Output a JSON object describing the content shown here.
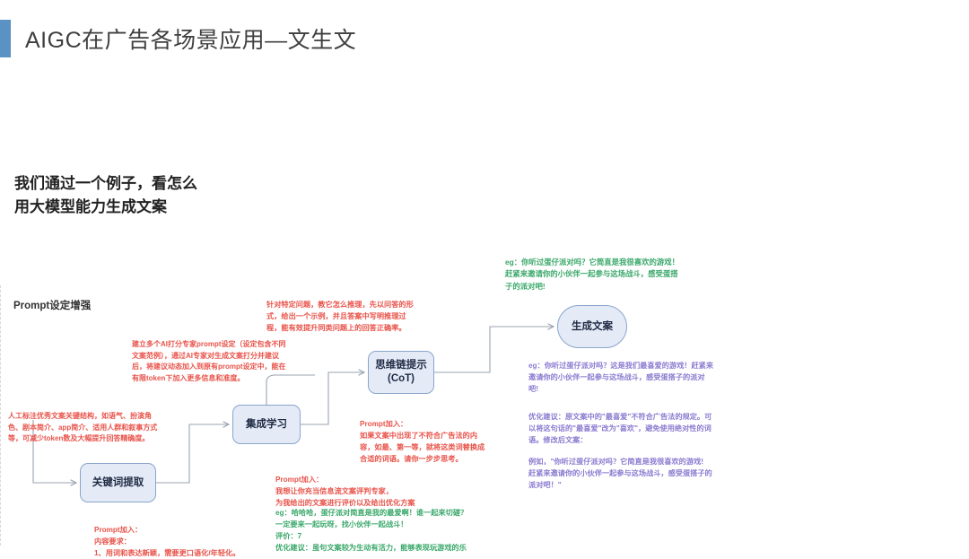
{
  "slide": {
    "title": "AIGC在广告各场景应用—文生文",
    "accent_color": "#5b92c4",
    "lead_lines": [
      "我们通过一个例子，看怎么",
      "用大模型能力生成文案"
    ]
  },
  "canvas": {
    "label": "Prompt设定增强"
  },
  "nodes": [
    {
      "id": "keyword",
      "label": "关键词提取"
    },
    {
      "id": "ensemble",
      "label": "集成学习"
    },
    {
      "id": "cot",
      "label": "思维链提示\n(CoT)"
    },
    {
      "id": "output",
      "label": "生成文案"
    }
  ],
  "annotations": {
    "build_experts": "建立多个AI打分专家prompt设定（设定包含不同\n文案范例），通过AI专家对生成文案打分并建议\n后，将建议动态加入到原有prompt设定中，能在\n有限token下加入更多信息和准度。",
    "human_label": "人工标注优秀文案关键结构，如语气、扮演角\n色、剧本简介、app简介、适用人群和叙事方式\n等，可减少token数及大幅提升回答精确度。",
    "cot_desc": "针对特定问题，教它怎么推理，先以问答的形\n式，给出一个示例，并且答案中写明推理过\n程，能有效提升同类问题上的回答正确率。",
    "prompt_cot_head": "Prompt加入：",
    "prompt_cot_body": "如果文案中出现了不符合广告法的内\n容，如最、第一等，就将这类词替换成\n合适的词语。请你一步步思考。",
    "prompt_eval_head": "Prompt加入：",
    "prompt_eval_body": "我想让你充当信息流文案评判专家，\n为我给出的文案进行评价以及给出优化方案",
    "eg_mid": "eg：哈哈哈，蛋仔派对简直是我的最爱啊！谁一起来切磋？\n一定要来一起玩呀，找小伙伴一起战斗！\n评价：7\n优化建议：虽句文案较为生动有活力，能够表现玩游戏的乐",
    "prompt_req_head": "Prompt加入：",
    "prompt_req_body": "内容要求：\n1、用词和表达新颖，需要更口语化/年轻化。",
    "eg_top": "eg：你听过蛋仔派对吗？它简直是我很喜欢的游戏！\n赶紧来邀请你的小伙伴一起参与这场战斗，感受蛋搭\n子的派对吧!",
    "eg_right_1": "eg：你听过蛋仔派对吗？这是我们最喜爱的游戏！赶紧来\n邀请你的小伙伴一起参与这场战斗，感受蛋搭子的派对\n吧!",
    "eg_right_2": "优化建议：原文案中的\"最喜爱\"不符合广告法的规定。可\n以将这句话的\"最喜爱\"改为\"喜欢\"，避免使用绝对性的词\n语。修改后文案：",
    "eg_right_3": "例如，\"你听过蛋仔派对吗？它简直是我很喜欢的游戏!\n赶紧来邀请你的小伙伴一起参与这场战斗，感受蛋搭子的\n派对吧！\""
  },
  "colors": {
    "red": "#e8534a",
    "green": "#3aa86a",
    "purple": "#8b7bd0",
    "node_fill": "#e4ebf7",
    "node_border": "#8aa5cc",
    "wire": "#9aa4b2"
  }
}
